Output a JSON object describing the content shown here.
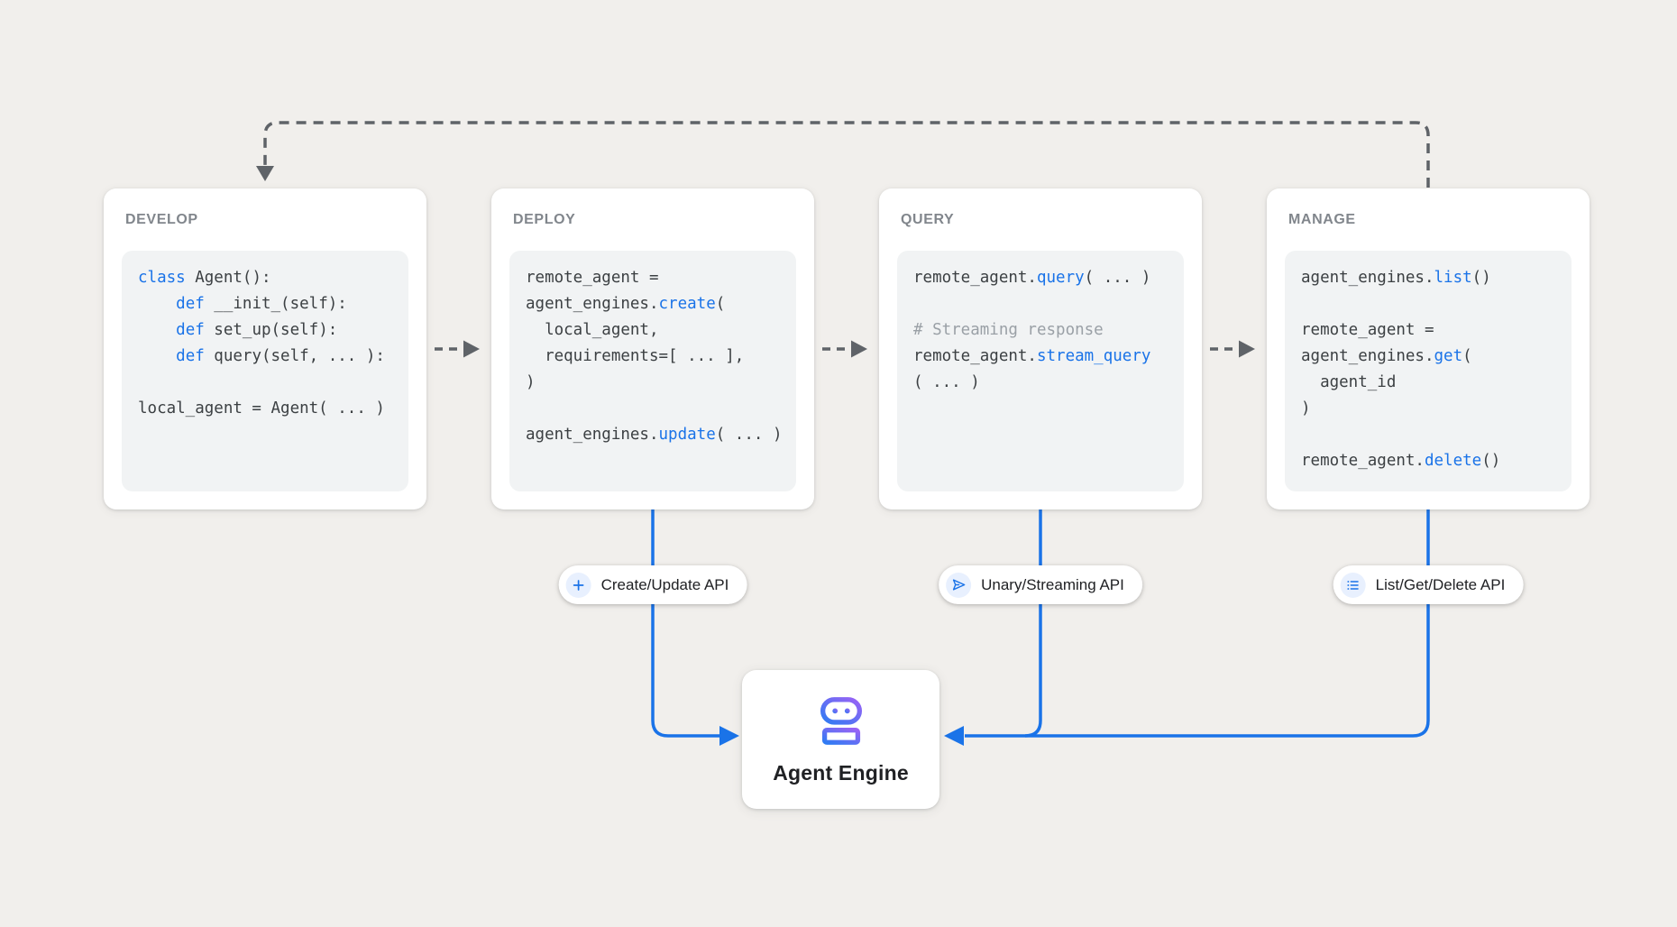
{
  "colors": {
    "background": "#f1efec",
    "accent_blue": "#1a73e8",
    "dash_gray": "#5f6368",
    "code_plain": "#3c4043",
    "code_comment": "#9aa0a6",
    "card_title_gray": "#81868c",
    "code_bg": "#f1f3f4",
    "icon_circle_bg": "#e8f0fe",
    "robot_gradient_start": "#2f7bf3",
    "robot_gradient_end": "#9a62f5"
  },
  "cards": [
    {
      "id": "develop",
      "title": "DEVELOP",
      "lines": [
        [
          {
            "t": "class",
            "c": "kw"
          },
          {
            "t": " Agent():",
            "c": "p"
          }
        ],
        [
          {
            "t": "    ",
            "c": "p"
          },
          {
            "t": "def",
            "c": "kw"
          },
          {
            "t": " __init_(self):",
            "c": "p"
          }
        ],
        [
          {
            "t": "    ",
            "c": "p"
          },
          {
            "t": "def",
            "c": "kw"
          },
          {
            "t": " set_up(self):",
            "c": "p"
          }
        ],
        [
          {
            "t": "    ",
            "c": "p"
          },
          {
            "t": "def",
            "c": "kw"
          },
          {
            "t": " query(self, ... ):",
            "c": "p"
          }
        ],
        [],
        [
          {
            "t": "local_agent = Agent( ... )",
            "c": "p"
          }
        ]
      ]
    },
    {
      "id": "deploy",
      "title": "DEPLOY",
      "lines": [
        [
          {
            "t": "remote_agent =",
            "c": "p"
          }
        ],
        [
          {
            "t": "agent_engines.",
            "c": "p"
          },
          {
            "t": "create",
            "c": "kw"
          },
          {
            "t": "(",
            "c": "p"
          }
        ],
        [
          {
            "t": "  local_agent,",
            "c": "p"
          }
        ],
        [
          {
            "t": "  requirements=[ ... ],",
            "c": "p"
          }
        ],
        [
          {
            "t": ")",
            "c": "p"
          }
        ],
        [],
        [
          {
            "t": "agent_engines.",
            "c": "p"
          },
          {
            "t": "update",
            "c": "kw"
          },
          {
            "t": "( ... )",
            "c": "p"
          }
        ]
      ]
    },
    {
      "id": "query",
      "title": "QUERY",
      "lines": [
        [
          {
            "t": "remote_agent.",
            "c": "p"
          },
          {
            "t": "query",
            "c": "kw"
          },
          {
            "t": "( ... )",
            "c": "p"
          }
        ],
        [],
        [
          {
            "t": "# Streaming response",
            "c": "cm"
          }
        ],
        [
          {
            "t": "remote_agent.",
            "c": "p"
          },
          {
            "t": "stream_query",
            "c": "kw"
          }
        ],
        [
          {
            "t": "( ... )",
            "c": "p"
          }
        ]
      ]
    },
    {
      "id": "manage",
      "title": "MANAGE",
      "lines": [
        [
          {
            "t": "agent_engines.",
            "c": "p"
          },
          {
            "t": "list",
            "c": "kw"
          },
          {
            "t": "()",
            "c": "p"
          }
        ],
        [],
        [
          {
            "t": "remote_agent =",
            "c": "p"
          }
        ],
        [
          {
            "t": "agent_engines.",
            "c": "p"
          },
          {
            "t": "get",
            "c": "kw"
          },
          {
            "t": "(",
            "c": "p"
          }
        ],
        [
          {
            "t": "  agent_id",
            "c": "p"
          }
        ],
        [
          {
            "t": ")",
            "c": "p"
          }
        ],
        [],
        [
          {
            "t": "remote_agent.",
            "c": "p"
          },
          {
            "t": "delete",
            "c": "kw"
          },
          {
            "t": "()",
            "c": "p"
          }
        ]
      ]
    }
  ],
  "pills": [
    {
      "icon": "plus-icon",
      "label": "Create/Update API"
    },
    {
      "icon": "send-icon",
      "label": "Unary/Streaming API"
    },
    {
      "icon": "list-icon",
      "label": "List/Get/Delete API"
    }
  ],
  "engine": {
    "icon": "robot-icon",
    "label": "Agent Engine"
  }
}
